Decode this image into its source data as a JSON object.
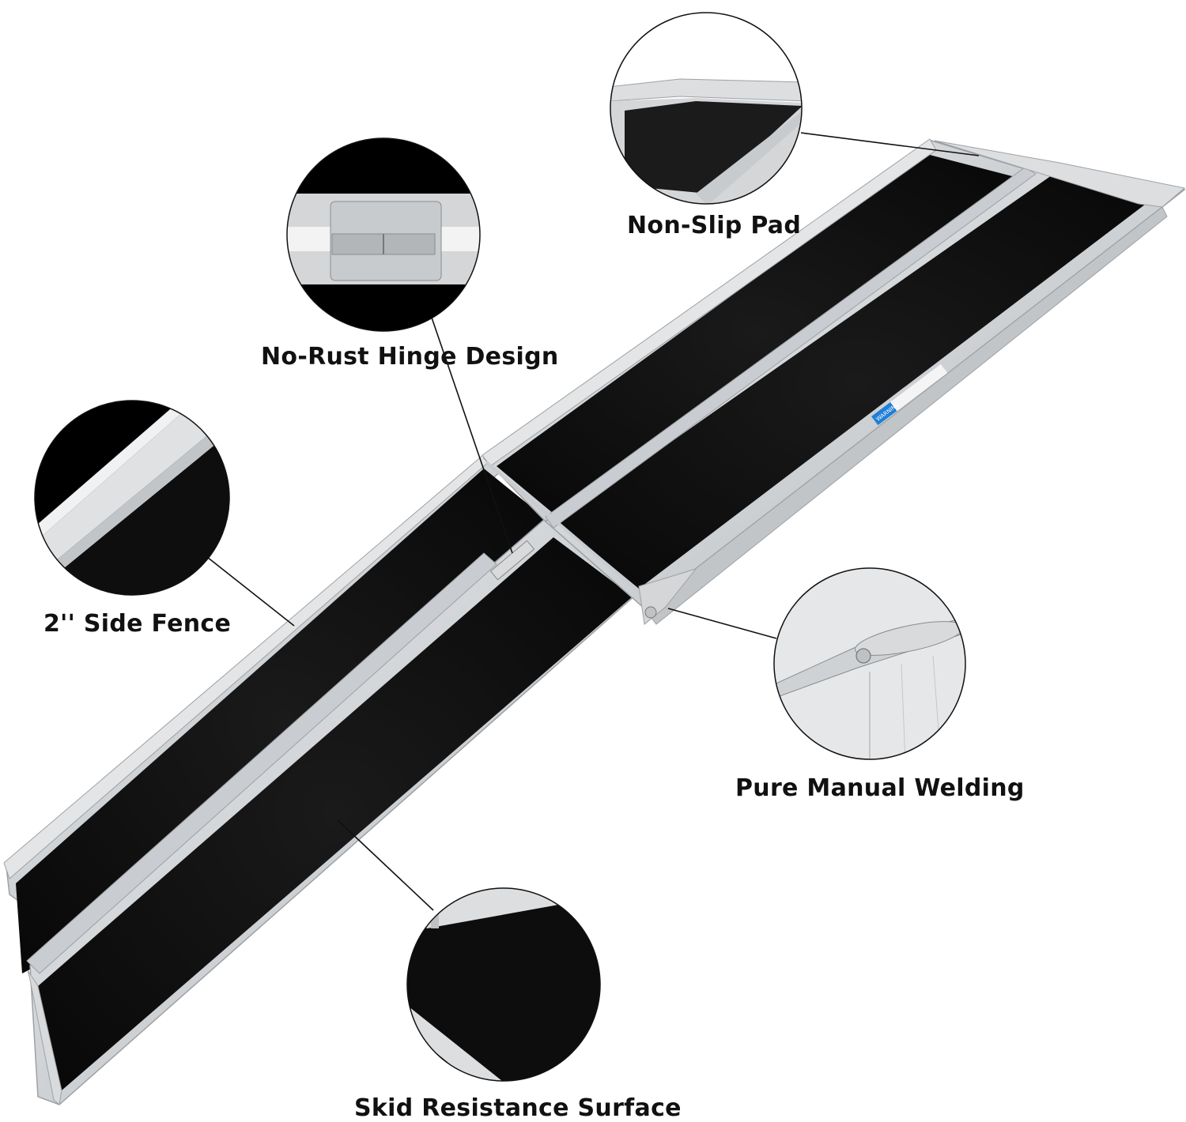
{
  "callouts": {
    "non_slip_pad": "Non-Slip Pad",
    "no_rust_hinge": "No-Rust Hinge Design",
    "side_fence": "2'' Side Fence",
    "manual_welding": "Pure Manual Welding",
    "skid_resistance": "Skid Resistance Surface"
  },
  "warning_sticker": "WARNING",
  "colors": {
    "background": "#ffffff",
    "aluminum": "#d4d6d8",
    "aluminum_dark": "#a9acb0",
    "mat": "#0c0c0d",
    "leader_line": "#111111",
    "sticker": "#1f7fd6"
  }
}
